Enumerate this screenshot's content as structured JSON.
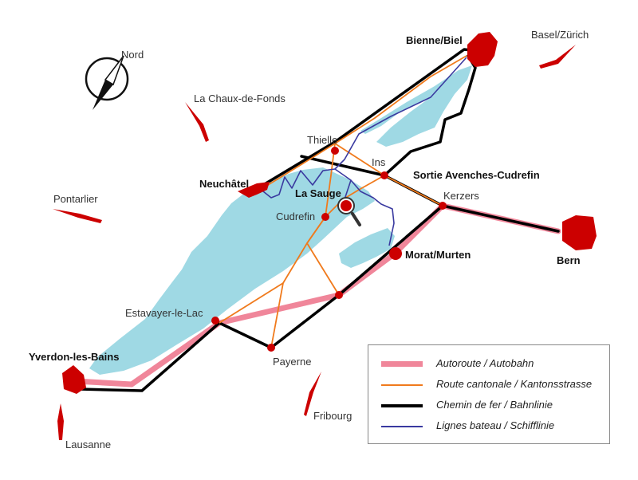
{
  "colors": {
    "lake": "#9fd9e4",
    "autoroute": "#f0869a",
    "route": "#f07a1c",
    "railway": "#000000",
    "boat": "#3a3aa0",
    "city": "#cc0000",
    "station": "#cc0000"
  },
  "compass": {
    "label": "Nord"
  },
  "directions": {
    "basel": "Basel/Zürich",
    "chaux": "La Chaux-de-Fonds",
    "pontarlier": "Pontarlier",
    "lausanne": "Lausanne",
    "fribourg": "Fribourg"
  },
  "places": {
    "bienne": "Bienne/Biel",
    "thielle": "Thielle",
    "ins": "Ins",
    "sortie": "Sortie Avenches-Cudrefin",
    "neuchatel": "Neuchâtel",
    "la_sauge": "La Sauge",
    "cudrefin": "Cudrefin",
    "kerzers": "Kerzers",
    "morat": "Morat/Murten",
    "bern": "Bern",
    "estavayer": "Estavayer-le-Lac",
    "payerne": "Payerne",
    "yverdon": "Yverdon-les-Bains"
  },
  "legend": {
    "autoroute": "Autoroute / Autobahn",
    "route": "Route cantonale / Kantonsstrasse",
    "railway": "Chemin de fer / Bahnlinie",
    "boat": "Lignes bateau / Schifflinie"
  },
  "icons": {
    "compass": "compass-north-arrow",
    "direction": "red-arrow",
    "location": "magnifier-pin"
  }
}
